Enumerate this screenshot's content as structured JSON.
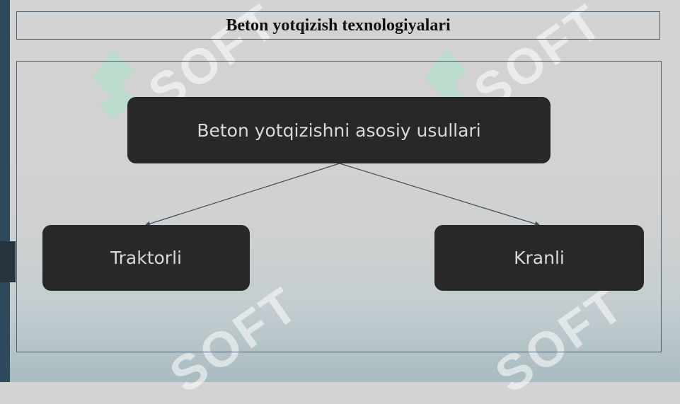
{
  "title": "Beton yotqizish texnologiyalari",
  "diagram": {
    "root": "Beton yotqizishni asosiy usullari",
    "children": [
      "Traktorli",
      "Kranli"
    ]
  },
  "watermark_text": "SOFT",
  "colors": {
    "node_fill": "#282828",
    "node_text": "#d8d8d8",
    "frame_border": "#4a6272",
    "accent_bar": "#2f4a5c"
  }
}
